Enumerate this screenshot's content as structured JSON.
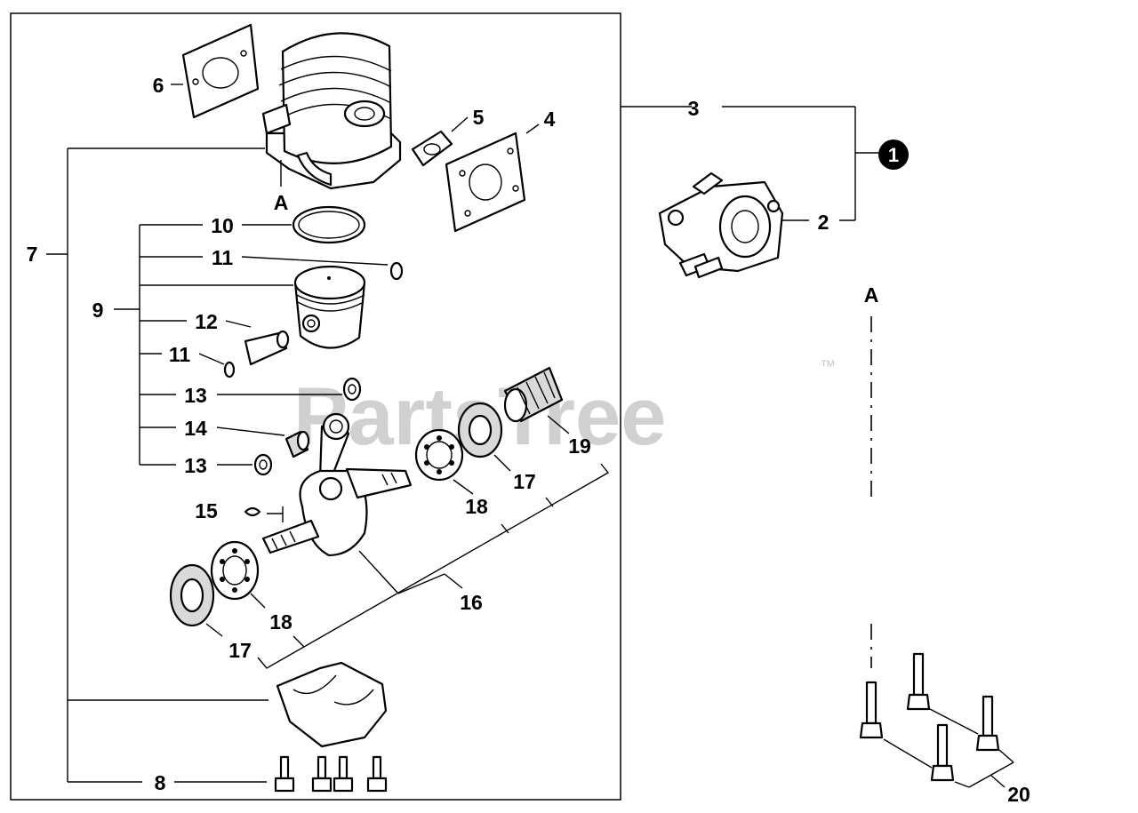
{
  "watermark": {
    "text": "PartsTree",
    "tm": "™"
  },
  "labels": {
    "l1": "1",
    "l2": "2",
    "l3": "3",
    "l4": "4",
    "l5": "5",
    "l6": "6",
    "l7": "7",
    "l8": "8",
    "l9": "9",
    "l10": "10",
    "l11a": "11",
    "l11b": "11",
    "l12": "12",
    "l13a": "13",
    "l13b": "13",
    "l14": "14",
    "l15": "15",
    "l16": "16",
    "l17a": "17",
    "l17b": "17",
    "l18a": "18",
    "l18b": "18",
    "l19": "19",
    "l20": "20",
    "refA1": "A",
    "refA2": "A"
  },
  "colors": {
    "line": "#000000",
    "watermark": "#c8c8c8",
    "background": "#ffffff"
  }
}
